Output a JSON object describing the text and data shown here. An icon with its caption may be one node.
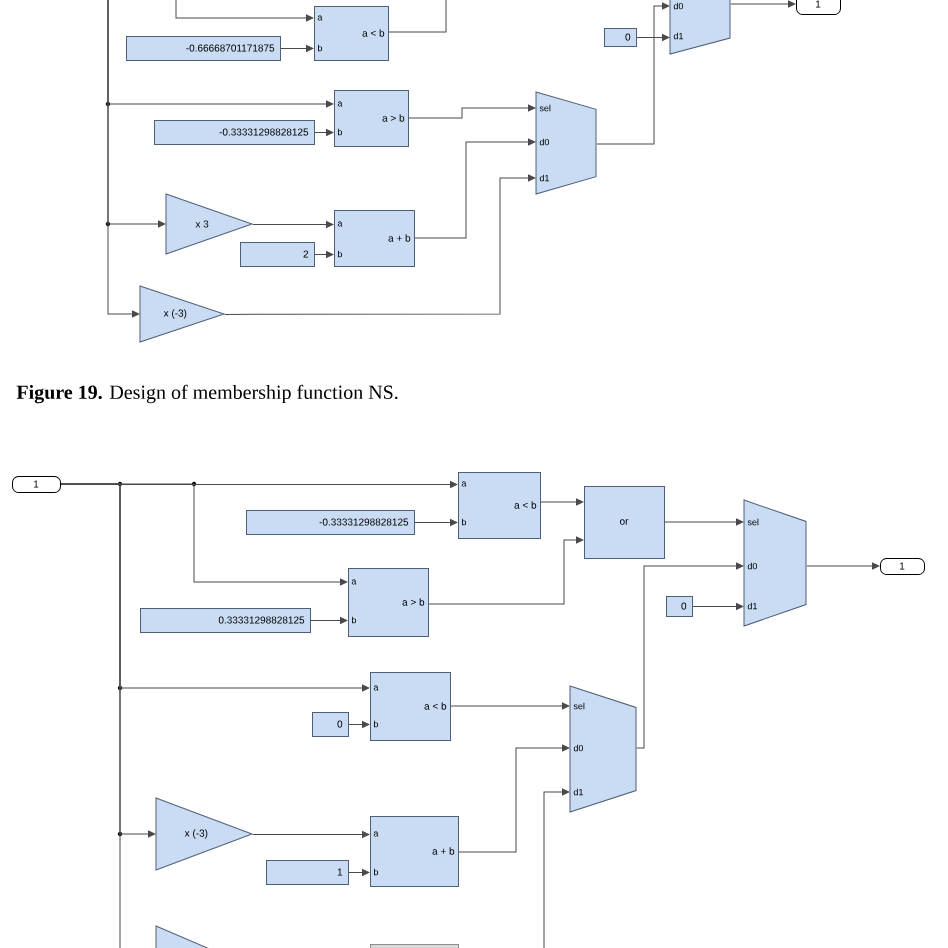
{
  "diagram": {
    "caption": "**Figure 19.** Design of membership function NS.",
    "nodes": [
      {
        "text": [
          "d0",
          "d1"
        ]
      },
      {
        "text": [
          "1"
        ]
      },
      {
        "text": [
          "0"
        ]
      },
      {
        "text": [
          "a",
          "b",
          "a < b"
        ]
      },
      {
        "text": [
          "-0.66668701171875"
        ]
      },
      {
        "text": [
          "a",
          "b",
          "a > b"
        ]
      },
      {
        "text": [
          "-0.33331298828125"
        ]
      },
      {
        "text": [
          "sel",
          "d0",
          "d1"
        ]
      },
      {
        "text": [
          "x 3"
        ]
      },
      {
        "text": [
          "a",
          "b",
          "a + b"
        ]
      },
      {
        "text": [
          "2"
        ]
      },
      {
        "text": [
          "x (-3)"
        ]
      },
      {
        "text": [
          "1"
        ]
      },
      {
        "text": [
          "a",
          "b",
          "a < b"
        ]
      },
      {
        "text": [
          "-0.33331298828125"
        ]
      },
      {
        "text": [
          "or"
        ]
      },
      {
        "text": [
          "sel",
          "d0",
          "d1"
        ]
      },
      {
        "text": [
          "1"
        ]
      },
      {
        "text": [
          "a",
          "b",
          "a > b"
        ]
      },
      {
        "text": [
          "0.33331298828125"
        ]
      },
      {
        "text": [
          "0"
        ]
      },
      {
        "text": [
          "a",
          "b",
          "a < b"
        ]
      },
      {
        "text": [
          "0"
        ]
      },
      {
        "text": [
          "sel",
          "d0",
          "d1"
        ]
      },
      {
        "text": [
          "x (-3)"
        ]
      },
      {
        "text": [
          "a",
          "b",
          "a + b"
        ]
      },
      {
        "text": [
          "1"
        ]
      },
      {
        "text": [],
        "shape": "triangle"
      },
      {
        "text": [],
        "shape": "box"
      }
    ],
    "edges": [
      {
        "from": null,
        "to": 3,
        "arrow": "to"
      },
      {
        "from": 4,
        "to": 3,
        "arrow": "to"
      },
      {
        "from": 3,
        "to": null,
        "arrow": "none"
      },
      {
        "from": 2,
        "to": 0,
        "arrow": "to"
      },
      {
        "from": 0,
        "to": 1,
        "arrow": "to"
      },
      {
        "from": null,
        "to": 5,
        "arrow": "to"
      },
      {
        "from": 6,
        "to": 5,
        "arrow": "to"
      },
      {
        "from": 5,
        "to": 7,
        "arrow": "to"
      },
      {
        "from": null,
        "to": 8,
        "arrow": "to"
      },
      {
        "from": 8,
        "to": 9,
        "arrow": "to"
      },
      {
        "from": 10,
        "to": 9,
        "arrow": "to"
      },
      {
        "from": 9,
        "to": 7,
        "arrow": "to"
      },
      {
        "from": null,
        "to": 11,
        "arrow": "to"
      },
      {
        "from": 11,
        "to": 7,
        "arrow": "to"
      },
      {
        "from": 7,
        "to": 0,
        "arrow": "to"
      },
      {
        "from": 12,
        "to": 13,
        "arrow": "to"
      },
      {
        "from": 14,
        "to": 13,
        "arrow": "to"
      },
      {
        "from": 13,
        "to": 15,
        "arrow": "to"
      },
      {
        "from": 15,
        "to": 16,
        "arrow": "to"
      },
      {
        "from": 12,
        "to": 18,
        "arrow": "to"
      },
      {
        "from": 19,
        "to": 18,
        "arrow": "to"
      },
      {
        "from": 18,
        "to": 15,
        "arrow": "to"
      },
      {
        "from": 16,
        "to": 17,
        "arrow": "to"
      },
      {
        "from": 20,
        "to": 16,
        "arrow": "to"
      },
      {
        "from": 23,
        "to": 16,
        "arrow": "to"
      },
      {
        "from": 12,
        "to": 21,
        "arrow": "to"
      },
      {
        "from": 22,
        "to": 21,
        "arrow": "to"
      },
      {
        "from": 21,
        "to": 23,
        "arrow": "to"
      },
      {
        "from": 12,
        "to": 24,
        "arrow": "to"
      },
      {
        "from": 24,
        "to": 25,
        "arrow": "to"
      },
      {
        "from": 26,
        "to": 25,
        "arrow": "to"
      },
      {
        "from": 25,
        "to": 23,
        "arrow": "to"
      },
      {
        "from": null,
        "to": 23,
        "arrow": "to"
      },
      {
        "from": 12,
        "to": 27,
        "arrow": "none"
      }
    ]
  }
}
